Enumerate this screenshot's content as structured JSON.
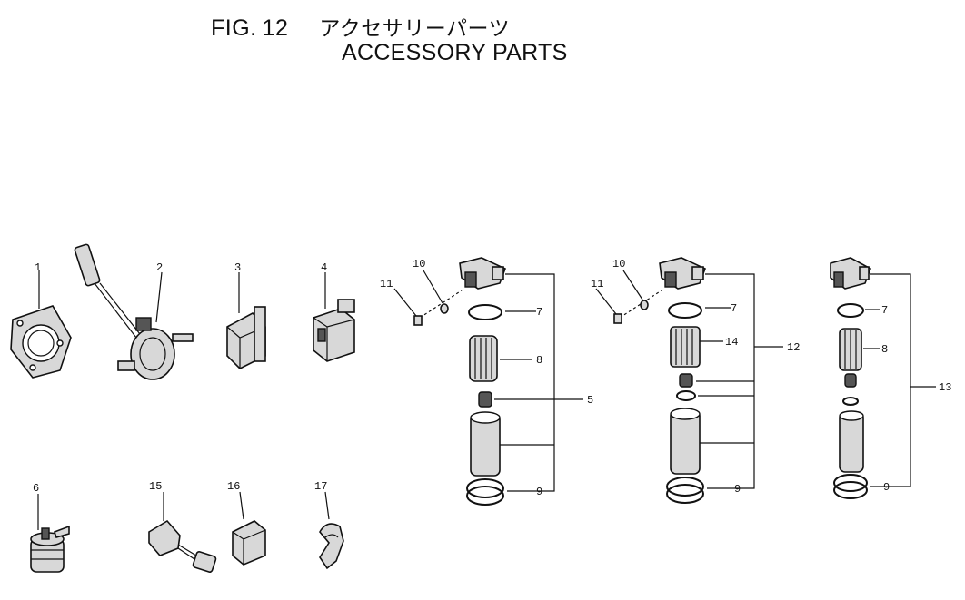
{
  "figure": {
    "fig_label": "FIG.",
    "fig_number": "12",
    "title_jp": "アクセサリーパーツ",
    "title_en": "ACCESSORY PARTS"
  },
  "callouts": {
    "c1": "1",
    "c2": "2",
    "c3": "3",
    "c4": "4",
    "c5": "5",
    "c6": "6",
    "c7": "7",
    "c8": "8",
    "c9": "9",
    "c10": "10",
    "c11": "11",
    "c12": "12",
    "c13": "13",
    "c14": "14",
    "c15": "15",
    "c16": "16",
    "c17": "17"
  }
}
